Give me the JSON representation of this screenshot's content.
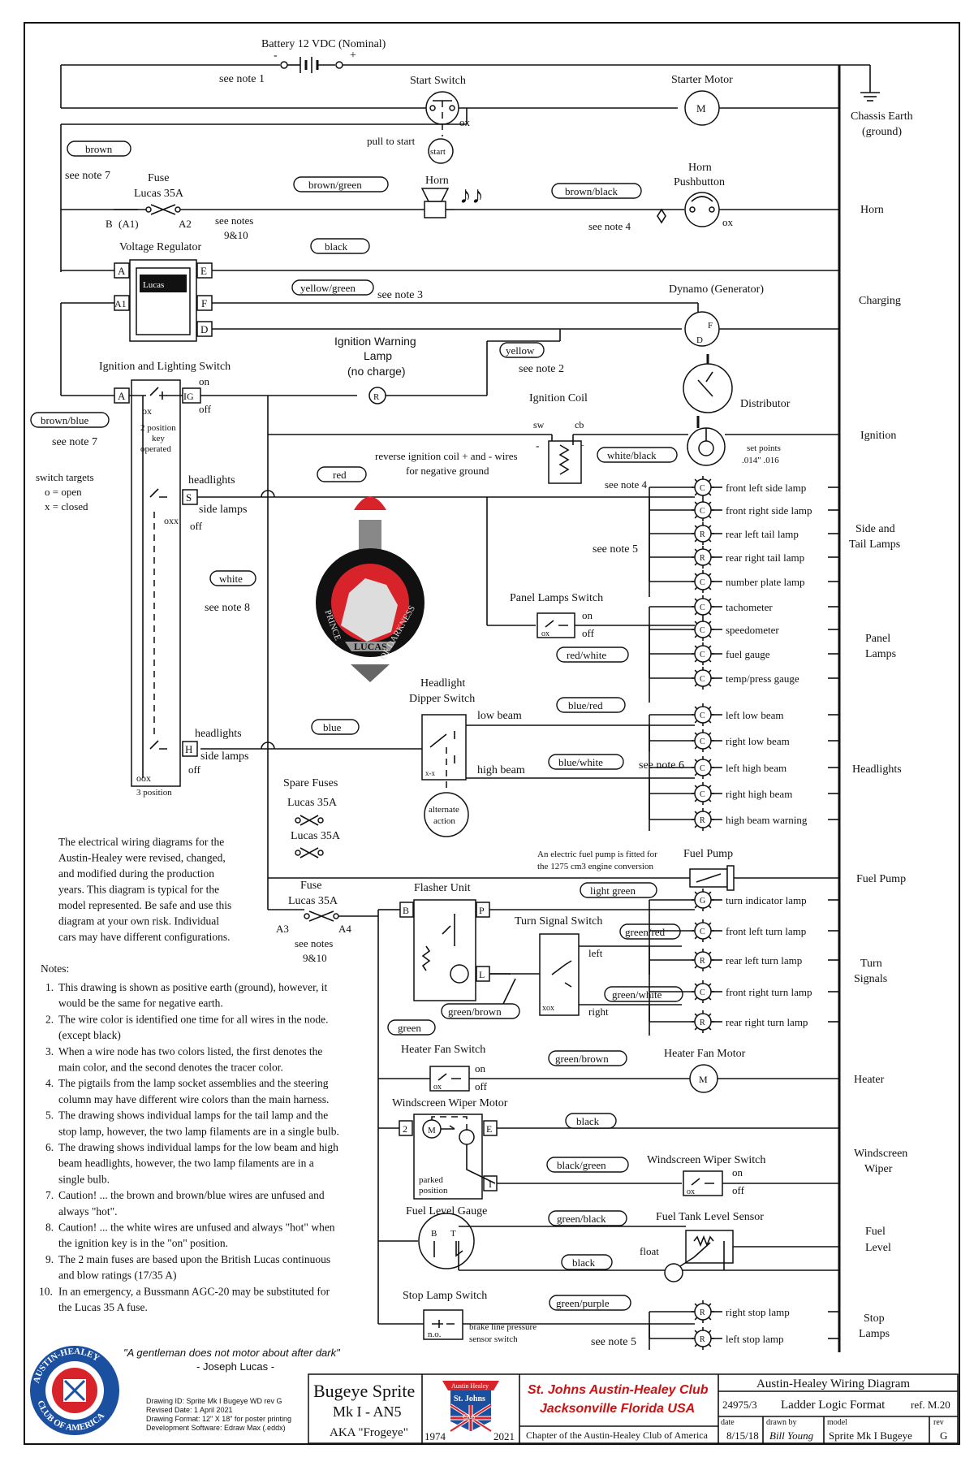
{
  "title": {
    "battery": "Battery 12 VDC  (Nominal)",
    "chassis_earth": "Chassis Earth (ground)",
    "start_switch": "Start Switch",
    "starter_motor": "Starter Motor",
    "pull_to_start": "pull to start",
    "start": "start",
    "fuse": "Fuse",
    "lucas_35a": "Lucas 35A",
    "horn": "Horn",
    "horn_pushbutton_1": "Horn",
    "horn_pushbutton_2": "Pushbutton",
    "voltage_regulator": "Voltage Regulator",
    "lucas_badge": "Lucas",
    "dynamo": "Dynamo (Generator)",
    "ign_warning_1": "Ignition Warning",
    "ign_warning_2": "Lamp",
    "ign_warning_3": "(no charge)",
    "ign_light_switch": "Ignition and Lighting Switch",
    "ignition_coil": "Ignition Coil",
    "distributor": "Distributor",
    "set_points_1": "set points",
    "set_points_2": ".014\" .016",
    "reverse_coil_1": "reverse ignition coil + and - wires",
    "reverse_coil_2": "for negative ground",
    "switch_targets_1": "switch targets",
    "switch_targets_2": "o = open",
    "switch_targets_3": "x = closed",
    "two_position_1": "2 position",
    "two_position_2": "key",
    "two_position_3": "operated",
    "three_position": "3 position",
    "headlights": "headlights",
    "side_lamps": "side lamps",
    "off": "off",
    "on": "on",
    "ox": "ox",
    "oxx": "oxx",
    "oox": "oox",
    "xox": "xox",
    "xx": "x-x",
    "panel_lamps_switch": "Panel Lamps Switch",
    "headlight_dipper_1": "Headlight",
    "headlight_dipper_2": "Dipper Switch",
    "low_beam": "low beam",
    "high_beam": "high beam",
    "alternate_1": "alternate",
    "alternate_2": "action",
    "spare_fuses": "Spare Fuses",
    "fuel_pump_note_1": "An electric fuel pump is fitted for",
    "fuel_pump_note_2": "the 1275 cm3 engine conversion",
    "fuel_pump": "Fuel Pump",
    "flasher_unit": "Flasher Unit",
    "turn_signal_switch": "Turn Signal  Switch",
    "left": "left",
    "right": "right",
    "heater_fan_switch": "Heater Fan Switch",
    "heater_fan_motor": "Heater Fan Motor",
    "wiper_motor": "Windscreen Wiper Motor",
    "wiper_switch": "Windscreen Wiper Switch",
    "parked_1": "parked",
    "parked_2": "position",
    "fuel_level_gauge": "Fuel Level Gauge",
    "fuel_tank_sensor": "Fuel Tank Level Sensor",
    "float": "float",
    "stop_lamp_switch": "Stop Lamp Switch",
    "no": "n.o.",
    "brake_pressure_1": "brake line pressure",
    "brake_pressure_2": "sensor switch"
  },
  "terminals": {
    "A": "A",
    "A1": "A1",
    "E": "E",
    "F": "F",
    "D": "D",
    "IG": "IG",
    "S": "S",
    "H": "H",
    "B": "B",
    "P": "P",
    "L": "L",
    "T": "T",
    "I": "I",
    "two": "2",
    "M": "M",
    "sw": "sw",
    "cb": "cb",
    "plus": "+",
    "minus": "-",
    "fuse_b": "B",
    "fuse_a1": "(A1)",
    "fuse_a2": "A2",
    "fuse_a3": "A3",
    "fuse_a4": "A4",
    "lamp_c": "C",
    "lamp_r": "R",
    "lamp_g": "G"
  },
  "notes_refs": {
    "note1": "see note 1",
    "note2": "see note 2",
    "note3": "see note 3",
    "note4": "see note 4",
    "note5": "see note 5",
    "note6": "see note 6",
    "note7": "see note 7",
    "note8": "see note 8",
    "notes910_1": "see notes",
    "notes910_2": "9&10"
  },
  "wire_colors": {
    "brown": "brown",
    "brown_green": "brown/green",
    "brown_black": "brown/black",
    "black": "black",
    "yellow_green": "yellow/green",
    "yellow": "yellow",
    "brown_blue": "brown/blue",
    "white_black": "white/black",
    "red": "red",
    "white": "white",
    "red_white": "red/white",
    "blue_red": "blue/red",
    "blue": "blue",
    "blue_white": "blue/white",
    "light_green": "light green",
    "green_red": "green/red",
    "green_white": "green/white",
    "green_brown": "green/brown",
    "green": "green",
    "black_green": "black/green",
    "green_black": "green/black",
    "green_purple": "green/purple"
  },
  "lamps": {
    "side_tail": [
      "front left side lamp",
      "front right side lamp",
      "rear left tail lamp",
      "rear right tail  lamp",
      "number plate lamp"
    ],
    "panel": [
      "tachometer",
      "speedometer",
      "fuel gauge",
      "temp/press gauge"
    ],
    "headlights": [
      "left low beam",
      "right low beam",
      "left high beam",
      "right high beam",
      "high beam warning"
    ],
    "turn": [
      "turn indicator lamp",
      "front left turn lamp",
      "rear left turn lamp",
      "front right turn lamp",
      "rear right turn lamp"
    ],
    "stop": [
      "right stop lamp",
      "left stop lamp"
    ]
  },
  "circuits": {
    "chassis_earth_1": "Chassis Earth",
    "chassis_earth_2": "(ground)",
    "horn": "Horn",
    "charging": "Charging",
    "ignition": "Ignition",
    "side_tail_1": "Side and",
    "side_tail_2": "Tail Lamps",
    "panel_1": "Panel",
    "panel_2": "Lamps",
    "headlights": "Headlights",
    "fuel_pump": "Fuel Pump",
    "turn_1": "Turn",
    "turn_2": "Signals",
    "heater": "Heater",
    "wiper_1": "Windscreen",
    "wiper_2": "Wiper",
    "fuel_1": "Fuel",
    "fuel_2": "Level",
    "stop_1": "Stop",
    "stop_2": "Lamps"
  },
  "disclaimer": [
    "The electrical wiring diagrams for the",
    "Austin-Healey were revised, changed,",
    "and modified during the production",
    "years. This diagram is typical for the",
    "model represented.  Be safe and use this",
    "diagram at your own risk. Individual",
    "cars may have different configurations."
  ],
  "notes": {
    "heading": "Notes:",
    "items": [
      [
        "1.",
        "This drawing is shown as positive earth (ground), however, it",
        "would be the same for negative earth."
      ],
      [
        "2.",
        "The wire color is identified one time for all wires in the node.",
        "(except black)"
      ],
      [
        "3.",
        "When a wire node has two colors listed, the first denotes the",
        "main color, and the second denotes the tracer color."
      ],
      [
        "4.",
        "The pigtails from the lamp socket assemblies and the steering",
        "column may have different wire colors than the main harness."
      ],
      [
        "5.",
        "The drawing shows individual lamps for the tail lamp and the",
        "stop lamp, however, the two lamp filaments are in a single bulb."
      ],
      [
        "6.",
        "The drawing shows individual lamps for the low beam and high",
        "beam headlights, however, the two lamp filaments are in a",
        "single bulb."
      ],
      [
        "7.",
        "Caution! ... the brown and brown/blue wires are unfused and",
        "always \"hot\"."
      ],
      [
        "8.",
        "Caution! ... the white wires are unfused and always \"hot\" when",
        "the ignition key is in the \"on\" position."
      ],
      [
        "9.",
        "The 2 main fuses are based upon the British Lucas continuous",
        "and blow ratings (17/35 A)"
      ],
      [
        "10.",
        "In an emergency, a Bussmann AGC-20 may be substituted for",
        "the Lucas 35 A fuse."
      ]
    ]
  },
  "quote": {
    "text": "\"A gentleman does not motor about after dark\"",
    "author": "- Joseph Lucas -"
  },
  "emblem": {
    "ring_top": "PRINCE",
    "ring_bottom": "OF DARKNESS",
    "word": "LUCAS"
  },
  "ahca_logo": {
    "ring_top": "AUSTIN-HEALEY",
    "ring_bottom": "CLUB OF AMERICA"
  },
  "title_block": {
    "drawing_id": "Drawing ID: Sprite Mk I Bugeye WD rev G",
    "revised": "Revised Date: 1 April 2021",
    "format": "Drawing Format: 12\" X 18\" for poster printing",
    "software": "Development Software: Edraw Max  (.eddx)",
    "model_1": "Bugeye Sprite",
    "model_2": "Mk I - AN5",
    "model_3": "AKA \"Frogeye\"",
    "club_year_start": "1974",
    "club_year_end": "2021",
    "club_logo_top": "Austin Healey",
    "club_logo_mid": "St. Johns",
    "club_logo_bot": "Club",
    "club_1": "St. Johns Austin-Healey Club",
    "club_2": "Jacksonville Florida USA",
    "chapter": "Chapter of the Austin-Healey Club of America",
    "diagram_title": "Austin-Healey Wiring Diagram",
    "part_no": "24975/3",
    "format_name": "Ladder Logic Format",
    "ref": "ref. M.20",
    "date_label": "date",
    "date": "8/15/18",
    "drawn_label": "drawn by",
    "drawn": "Bill Young",
    "model_label": "model",
    "model": "Sprite Mk I Bugeye",
    "rev_label": "rev",
    "rev": "G"
  },
  "colors": {
    "ink": "#111111",
    "title_red": "#cc1111",
    "emblem_red": "#d8232a",
    "logo_blue": "#1b4fa0"
  }
}
